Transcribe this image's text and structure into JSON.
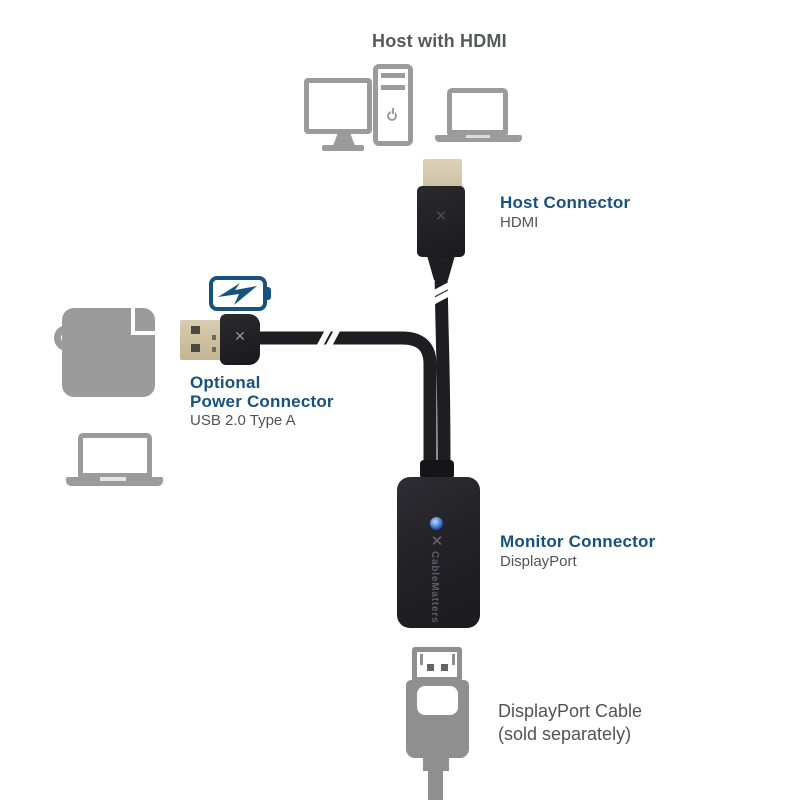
{
  "diagram": {
    "background": "#FFFFFF",
    "host_group": {
      "title": "Host with HDMI"
    },
    "callouts": {
      "host_connector": {
        "title": "Host Connector",
        "subtitle": "HDMI"
      },
      "power_connector": {
        "title_line1": "Optional",
        "title_line2": "Power Connector",
        "subtitle": "USB 2.0 Type A"
      },
      "monitor_connector": {
        "title": "Monitor Connector",
        "subtitle": "DisplayPort"
      },
      "displayport_cable": {
        "line1": "DisplayPort Cable",
        "line2": "(sold separately)"
      }
    },
    "branding": {
      "device_vertical_text": "CableMatters",
      "logo_glyph": "✕"
    },
    "icons": {
      "desktop_computer": "monitor with tower outline",
      "laptop_top": "laptop outline",
      "power_adapter": "wall charger silhouette with plug ring",
      "laptop_left": "laptop outline",
      "battery_charging": "battery outline with lightning bolt",
      "displayport_plug": "DisplayPort plug silhouette with cable"
    },
    "colors": {
      "accent_blue": "#17517D",
      "icon_gray": "#9B9B9C",
      "displayport_icon_gray": "#8F8F90",
      "heading_gray": "#57585A",
      "body_text_gray": "#525355",
      "cable_black": "#1E1D21",
      "hdmi_gold": "#D5C9AE",
      "usb_gold": "#CFC2A2",
      "device_black": "#232227",
      "led_blue": "#5B8EDE"
    }
  }
}
